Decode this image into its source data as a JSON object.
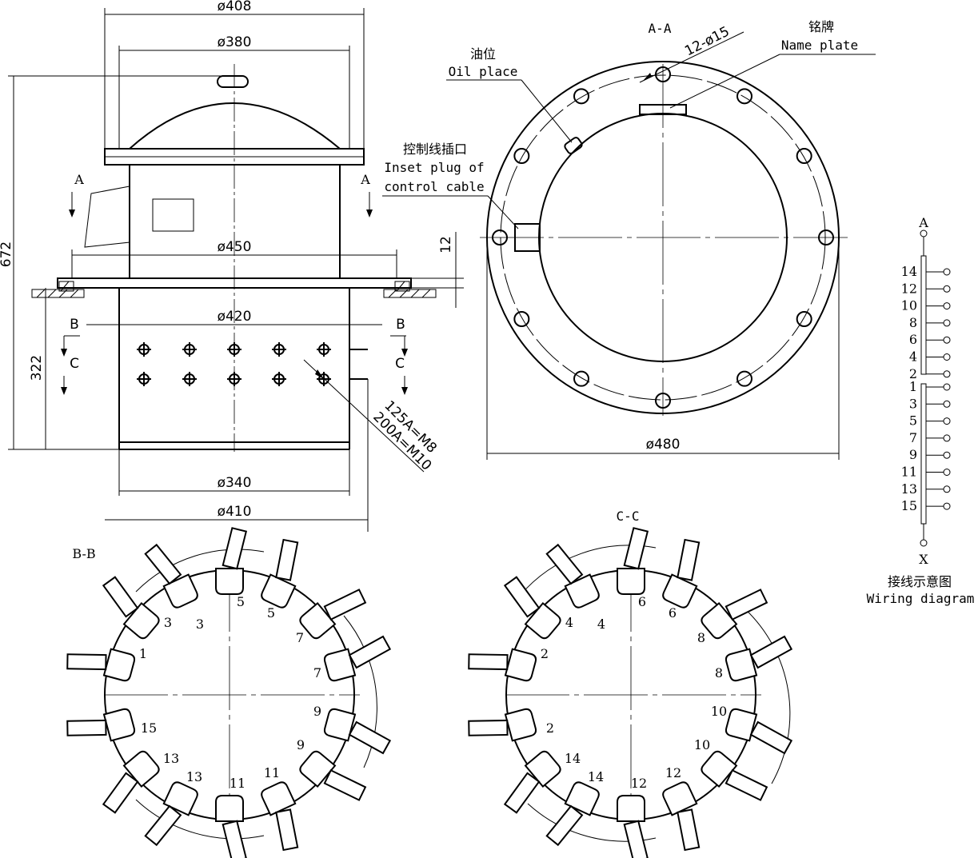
{
  "elevation": {
    "d408": "ø408",
    "d380": "ø380",
    "d450": "ø450",
    "d420": "ø420",
    "d340": "ø340",
    "d410": "ø410",
    "h672": "672",
    "h322": "322",
    "h12": "12",
    "sec_a_left": "A",
    "sec_a_right": "A",
    "sec_b_left": "B",
    "sec_b_right": "B",
    "sec_c_left": "C",
    "sec_c_right": "C",
    "bolt_note_1": "125A=M8",
    "bolt_note_2": "200A=M10"
  },
  "section_aa": {
    "title": "A-A",
    "holes": "12-ø15",
    "nameplate_cn": "铭牌",
    "nameplate_en": "Name plate",
    "oil_cn": "油位",
    "oil_en": "Oil place",
    "plug_cn": "控制线插口",
    "plug_en_1": "Inset plug of",
    "plug_en_2": "control cable",
    "d480": "ø480"
  },
  "wiring": {
    "top_label": "A",
    "bottom_label": "X",
    "upper_taps": [
      "14",
      "12",
      "10",
      "8",
      "6",
      "4",
      "2"
    ],
    "lower_taps": [
      "1",
      "3",
      "5",
      "7",
      "9",
      "11",
      "13",
      "15"
    ],
    "caption_cn": "接线示意图",
    "caption_en": "Wiring diagram"
  },
  "section_bb": {
    "title": "B-B",
    "labels": [
      "3",
      "3",
      "5",
      "5",
      "7",
      "7",
      "9",
      "9",
      "11",
      "11",
      "13",
      "13",
      "15",
      "1"
    ]
  },
  "section_cc": {
    "title": "C-C",
    "labels": [
      "4",
      "4",
      "6",
      "6",
      "8",
      "8",
      "10",
      "10",
      "12",
      "12",
      "14",
      "14",
      "2",
      "2"
    ]
  }
}
